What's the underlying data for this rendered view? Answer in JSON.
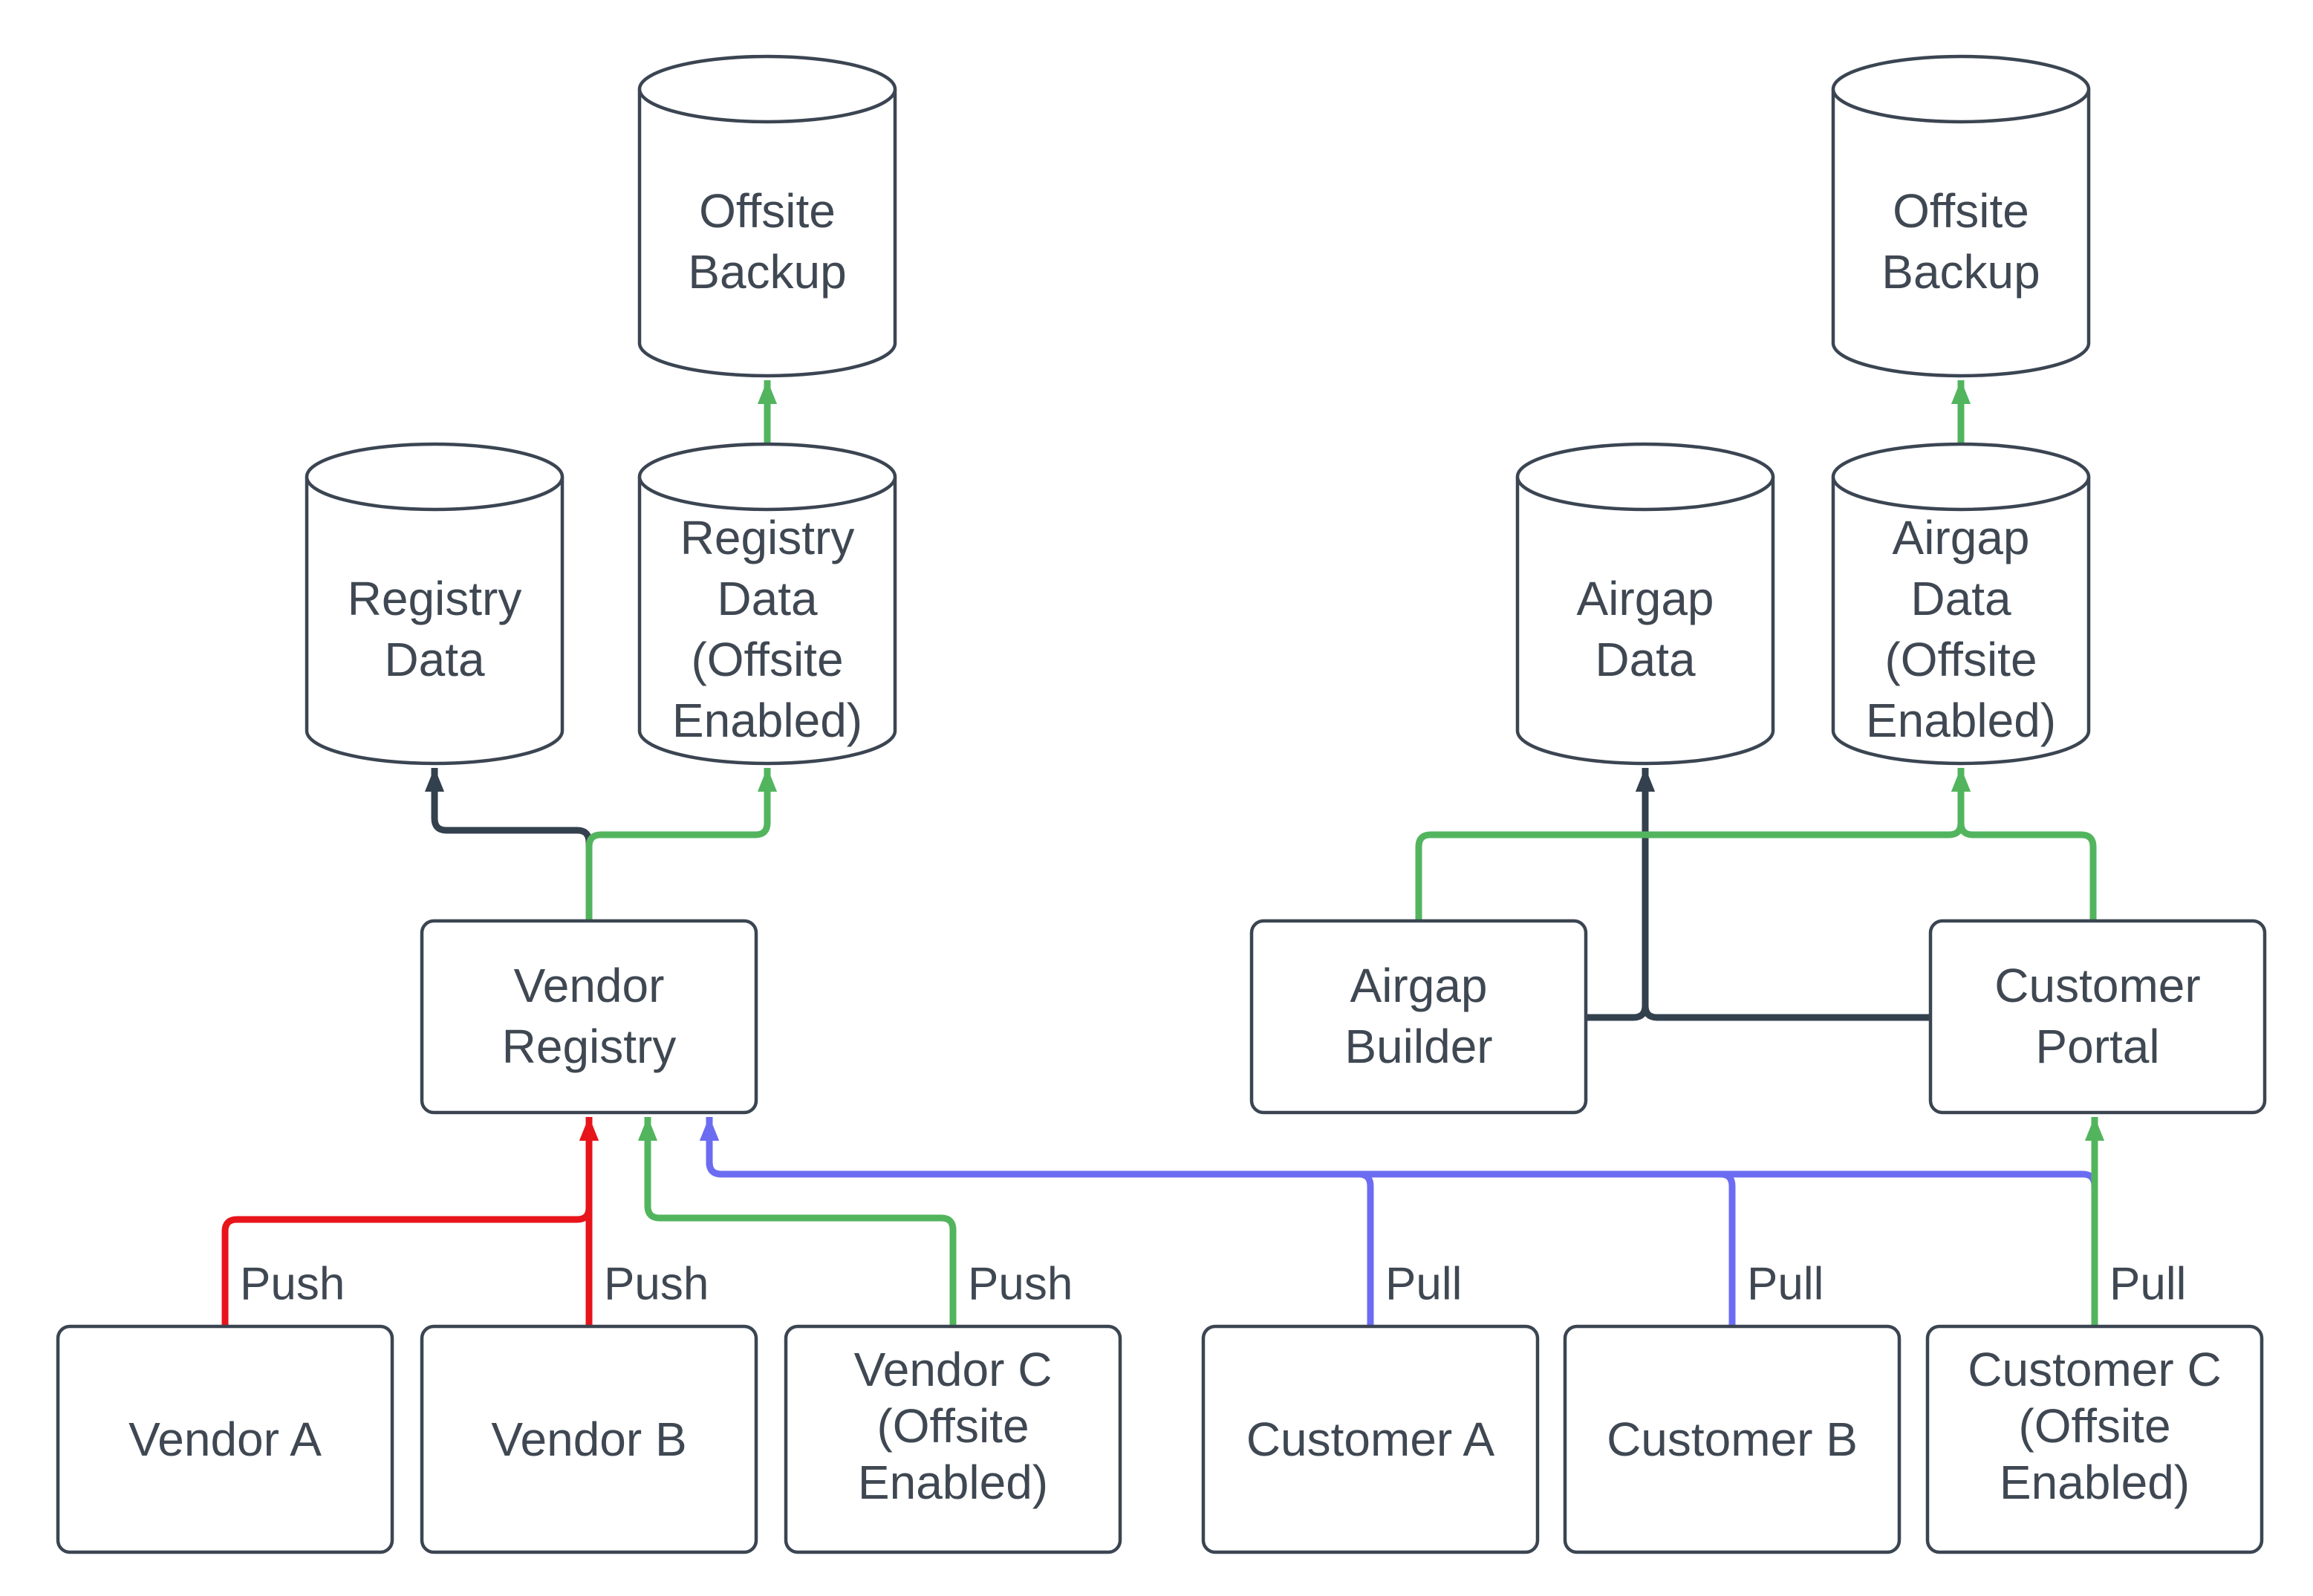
{
  "colors": {
    "background": "#ffffff",
    "shape_fill": "#ffffff",
    "shape_stroke": "#3b4552",
    "text": "#3f4852",
    "edge_dark": "#33404d",
    "edge_green": "#52b55e",
    "edge_red": "#e8141b",
    "edge_blue": "#6c6cf2"
  },
  "nodes": {
    "offsite_backup_left": {
      "type": "cylinder",
      "lines": [
        "Offsite",
        "Backup"
      ]
    },
    "registry_data": {
      "type": "cylinder",
      "lines": [
        "Registry",
        "Data"
      ]
    },
    "registry_data_offsite": {
      "type": "cylinder",
      "lines": [
        "Registry",
        "Data",
        "(Offsite",
        "Enabled)"
      ]
    },
    "vendor_registry": {
      "type": "box",
      "lines": [
        "Vendor",
        "Registry"
      ]
    },
    "vendor_a": {
      "type": "box",
      "lines": [
        "Vendor A"
      ]
    },
    "vendor_b": {
      "type": "box",
      "lines": [
        "Vendor B"
      ]
    },
    "vendor_c": {
      "type": "box",
      "lines": [
        "Vendor C",
        "(Offsite",
        "Enabled)"
      ]
    },
    "offsite_backup_right": {
      "type": "cylinder",
      "lines": [
        "Offsite",
        "Backup"
      ]
    },
    "airgap_data": {
      "type": "cylinder",
      "lines": [
        "Airgap",
        "Data"
      ]
    },
    "airgap_data_offsite": {
      "type": "cylinder",
      "lines": [
        "Airgap",
        "Data",
        "(Offsite",
        "Enabled)"
      ]
    },
    "airgap_builder": {
      "type": "box",
      "lines": [
        "Airgap",
        "Builder"
      ]
    },
    "customer_portal": {
      "type": "box",
      "lines": [
        "Customer",
        "Portal"
      ]
    },
    "customer_a": {
      "type": "box",
      "lines": [
        "Customer A"
      ]
    },
    "customer_b": {
      "type": "box",
      "lines": [
        "Customer B"
      ]
    },
    "customer_c": {
      "type": "box",
      "lines": [
        "Customer C",
        "(Offsite",
        "Enabled)"
      ]
    }
  },
  "edge_labels": {
    "push": "Push",
    "pull": "Pull"
  }
}
